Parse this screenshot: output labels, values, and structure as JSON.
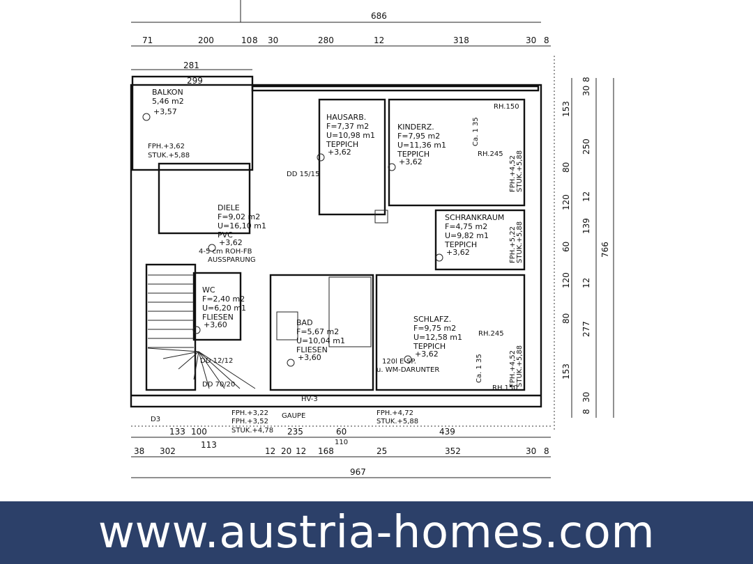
{
  "rooms": [
    {
      "name": "BALKON",
      "lines": [
        "5,46  m2"
      ],
      "level": "+3,57"
    },
    {
      "name": "HAUSARB.",
      "lines": [
        "F=7,37  m2",
        "U=10,98  m1",
        "TEPPICH"
      ],
      "level": "+3,62"
    },
    {
      "name": "KINDERZ.",
      "lines": [
        "F=7,95  m2",
        "U=11,36  m1",
        "TEPPICH"
      ],
      "level": "+3,62"
    },
    {
      "name": "DIELE",
      "lines": [
        "F=9,02  m2",
        "U=16,10  m1",
        "PVC"
      ],
      "level": "+3,62"
    },
    {
      "name": "SCHRANKRAUM",
      "lines": [
        "F=4,75  m2",
        "U=9,82  m1",
        "TEPPICH"
      ],
      "level": "+3,62"
    },
    {
      "name": "WC",
      "lines": [
        "F=2,40  m2",
        "U=6,20  m1",
        "FLIESEN"
      ],
      "level": "+3,60"
    },
    {
      "name": "BAD",
      "lines": [
        "F=5,67  m2",
        "U=10,04  m1",
        "FLIESEN"
      ],
      "level": "+3,60"
    },
    {
      "name": "SCHLAFZ.",
      "lines": [
        "F=9,75  m2",
        "U=12,58  m1",
        "TEPPICH"
      ],
      "level": "+3,62"
    }
  ],
  "dimensions_top": [
    "686",
    "71",
    "200",
    "10",
    "8",
    "30",
    "280",
    "12",
    "318",
    "30",
    "8",
    "281",
    "299"
  ],
  "dimensions_bottom": [
    "133",
    "100",
    "235",
    "60",
    "439",
    "113",
    "38",
    "302",
    "12",
    "20",
    "12",
    "168",
    "25",
    "352",
    "30",
    "8",
    "967",
    "110"
  ],
  "dimensions_right": [
    "8",
    "30",
    "153",
    "250",
    "80",
    "120",
    "12",
    "139",
    "60",
    "766",
    "120",
    "12",
    "277",
    "80",
    "153",
    "30",
    "8"
  ],
  "annotations": [
    "4-5 cm ROH-FB",
    "AUSSPARUNG",
    "DD 15/15",
    "DD 12/12",
    "DD 70/20",
    "120l E-SP.",
    "u. WM-DARUNTER",
    "GAUPE",
    "FPH.+3,22",
    "FPH.+3,52",
    "STUK.+4,78",
    "FPH.+4,72",
    "STUK.+5,88",
    "D3",
    "HV-3",
    "FPH.+3,62",
    "STUK.+5,88",
    "RH.150",
    "RH.245",
    "RH.245",
    "RH.150",
    "Ca. 1 35",
    "Ca. 1 35",
    "FPH.+4,52",
    "STUK.+5,88",
    "FPH.+5,22",
    "STUK.+5,88",
    "FPH.+4,52",
    "STUK.+5,88"
  ],
  "banner": {
    "text": "www.austria-homes.com",
    "color": "#2c4069"
  }
}
